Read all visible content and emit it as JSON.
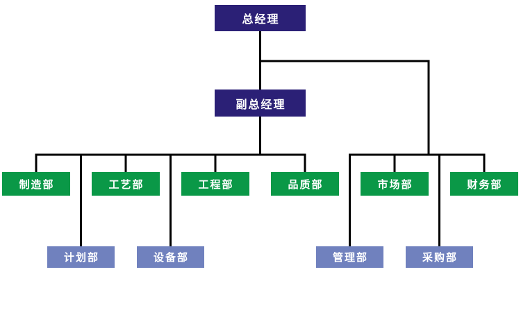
{
  "org_chart": {
    "root": {
      "label": "总经理"
    },
    "deputy": {
      "label": "副总经理"
    },
    "departments": [
      {
        "label": "制造部"
      },
      {
        "label": "工艺部"
      },
      {
        "label": "工程部"
      },
      {
        "label": "品质部"
      },
      {
        "label": "市场部"
      },
      {
        "label": "财务部"
      }
    ],
    "sub_departments": [
      {
        "label": "计划部"
      },
      {
        "label": "设备部"
      },
      {
        "label": "管理部"
      },
      {
        "label": "采购部"
      }
    ],
    "colors": {
      "executive_box": "#2B2076",
      "department_box": "#0A9847",
      "sub_department_box": "#7081BE",
      "connector_line": "#000000",
      "box_text": "#FFFFFF"
    }
  }
}
